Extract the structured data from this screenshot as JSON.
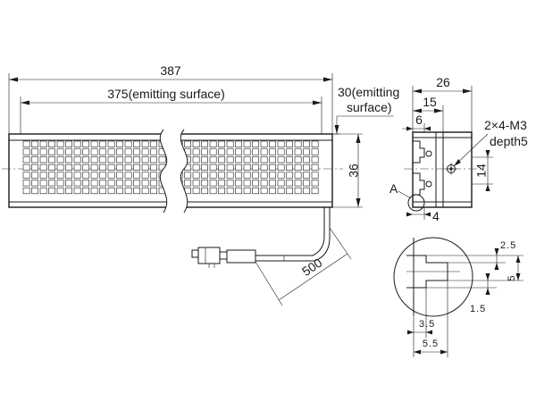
{
  "front_view": {
    "overall_length": "387",
    "emitting_length": "375(emitting surface)",
    "height": "36",
    "cable_length": "500"
  },
  "side_view": {
    "width": "26",
    "dim_15": "15",
    "dim_6": "6",
    "dim_14": "14",
    "dim_4": "4",
    "emitting_width_line1": "30(emitting",
    "emitting_width_line2": "surface)",
    "thread_line1": "2×4-M3",
    "thread_line2": "depth5",
    "detail_ref": "A"
  },
  "detail_a": {
    "dim_2_5": "2.5",
    "dim_5": "5",
    "dim_1_5": "1.5",
    "dim_3_5": "3.5",
    "dim_5_5": "5.5"
  }
}
